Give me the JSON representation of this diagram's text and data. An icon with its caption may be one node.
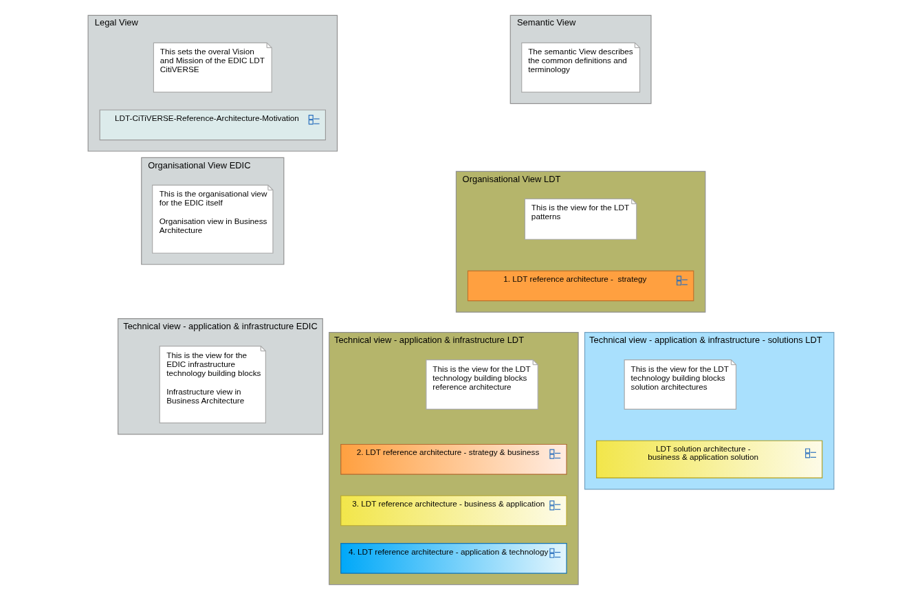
{
  "diagram": {
    "nodes": [
      {
        "text": [
          "Legal View"
        ]
      },
      {
        "text": [
          "This sets the overal Vision and Mission of the EDIC LDT CitiVERSE"
        ],
        "in": 0
      },
      {
        "text": [
          "LDT-CiTiVERSE-Reference-Architecture-Motivation"
        ],
        "in": 0
      },
      {
        "text": [
          "Semantic View"
        ]
      },
      {
        "text": [
          "The semantic View describes the common definitions and terminology"
        ],
        "in": 3
      },
      {
        "text": [
          "Organisational View EDIC"
        ]
      },
      {
        "text": [
          "This is the organisational view for the EDIC itself",
          "Organisation view in Business Architecture"
        ],
        "in": 5
      },
      {
        "text": [
          "Organisational View LDT"
        ]
      },
      {
        "text": [
          "This is the view for the LDT patterns"
        ],
        "in": 7
      },
      {
        "text": [
          "1. LDT reference architecture -  strategy"
        ],
        "in": 7
      },
      {
        "text": [
          "Technical view - application & infrastructure EDIC"
        ]
      },
      {
        "text": [
          "This is the view for the EDIC infrastructure technology building blocks",
          "Infrastructure view in Business Architecture"
        ],
        "in": 10
      },
      {
        "text": [
          "Technical view - application & infrastructure LDT"
        ]
      },
      {
        "text": [
          "This is the view for the LDT technology building blocks reference architecture"
        ],
        "in": 12
      },
      {
        "text": [
          "2. LDT reference architecture - strategy & business"
        ],
        "in": 12
      },
      {
        "text": [
          "3. LDT reference architecture - business & application"
        ],
        "in": 12
      },
      {
        "text": [
          "4. LDT reference architecture - application & technology"
        ],
        "in": 12
      },
      {
        "text": [
          "Technical view - application & infrastructure - solutions LDT"
        ]
      },
      {
        "text": [
          "This is the view for the LDT technology building blocks solution architectures"
        ],
        "in": 17
      },
      {
        "text": [
          "LDT solution architecture - business & application solution"
        ],
        "in": 17
      }
    ]
  }
}
